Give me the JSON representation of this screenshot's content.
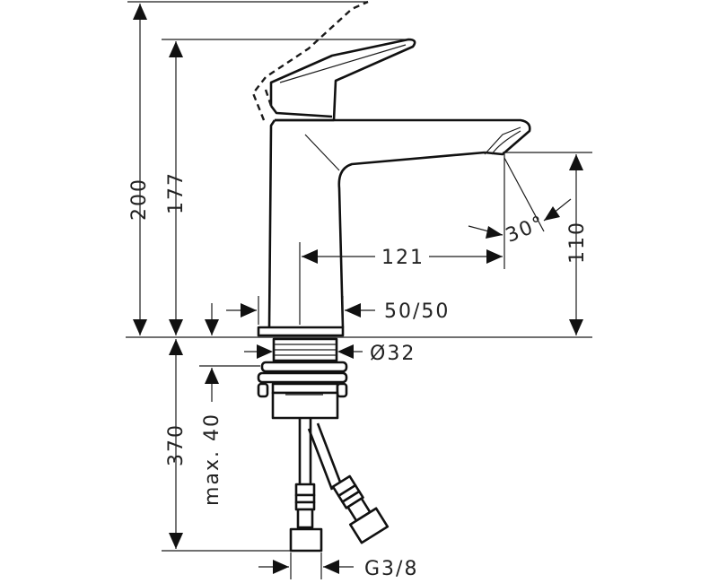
{
  "dimensions": {
    "overall_height": "200",
    "spout_height": "177",
    "spout_reach": "121",
    "outlet_height": "110",
    "spray_angle": "30°",
    "base_width": "50/50",
    "shank_diameter": "Ø32",
    "hose_length": "370",
    "max_thickness": "max. 40",
    "connection_thread": "G3/8"
  }
}
